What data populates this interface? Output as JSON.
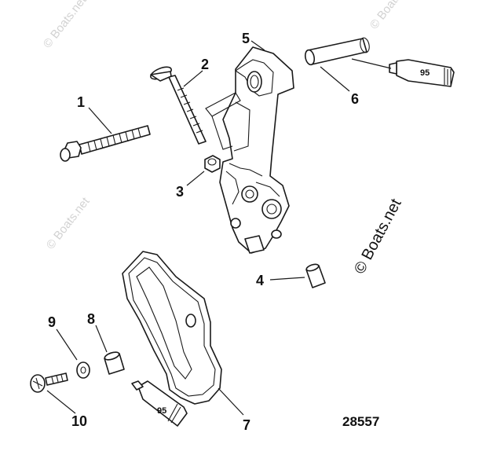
{
  "callouts": {
    "c1": "1",
    "c2": "2",
    "c3": "3",
    "c4": "4",
    "c5": "5",
    "c6": "6",
    "c7": "7",
    "c8": "8",
    "c9": "9",
    "c10": "10"
  },
  "tubes": {
    "upper": "95",
    "lower": "95"
  },
  "figure_number": "28557",
  "watermark": {
    "main": "© Boats.net",
    "faint": "© Boats.net"
  }
}
